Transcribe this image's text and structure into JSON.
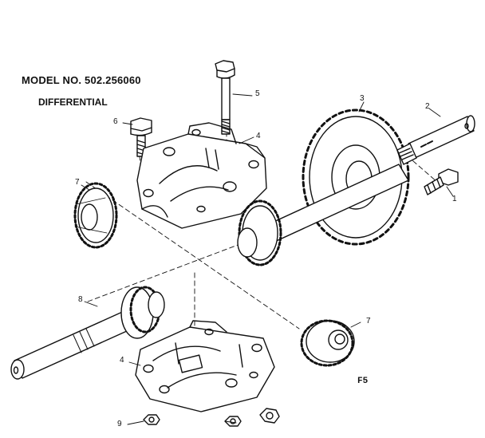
{
  "header": {
    "model_line": "MODEL NO. 502.256060",
    "assembly_name": "DIFFERENTIAL"
  },
  "figure_label": "F5",
  "callouts": [
    {
      "key": "1",
      "text": "1"
    },
    {
      "key": "2",
      "text": "2"
    },
    {
      "key": "3",
      "text": "3"
    },
    {
      "key": "4a",
      "text": "4"
    },
    {
      "key": "4b",
      "text": "4"
    },
    {
      "key": "5",
      "text": "5"
    },
    {
      "key": "6",
      "text": "6"
    },
    {
      "key": "7a",
      "text": "7"
    },
    {
      "key": "7b",
      "text": "7"
    },
    {
      "key": "8",
      "text": "8"
    },
    {
      "key": "9",
      "text": "9"
    }
  ],
  "colors": {
    "ink": "#111111",
    "paper": "#ffffff"
  }
}
